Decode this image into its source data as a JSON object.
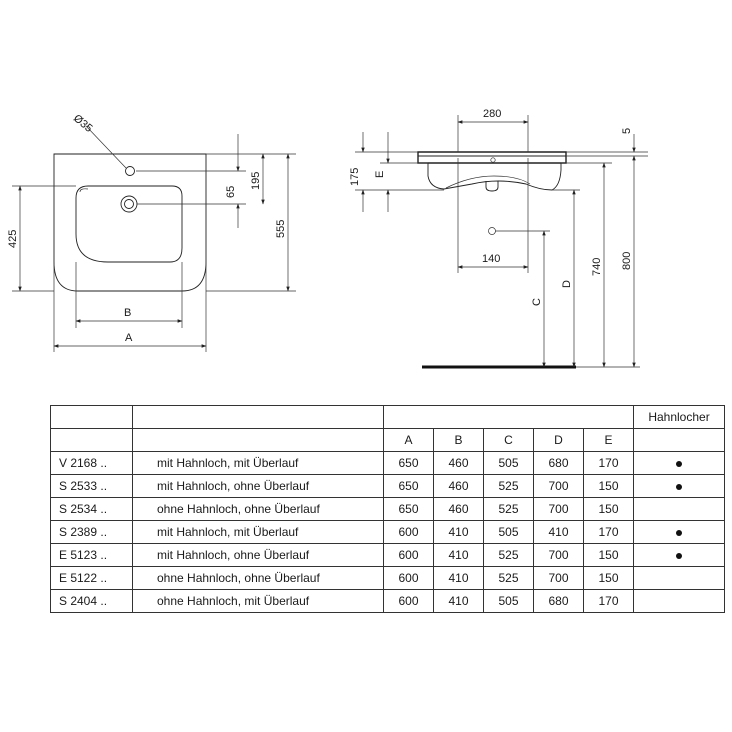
{
  "drawing": {
    "front": {
      "hole_diameter": "Ø35",
      "dim_65": "65",
      "dim_195": "195",
      "dim_555": "555",
      "dim_425": "425",
      "label_b": "B",
      "label_a": "A"
    },
    "side": {
      "dim_280": "280",
      "dim_5": "5",
      "dim_175": "175",
      "label_e": "E",
      "dim_140": "140",
      "label_c": "C",
      "label_d": "D",
      "dim_740": "740",
      "dim_800": "800"
    }
  },
  "table": {
    "header_hahnlocher": "Hahnlocher",
    "columns": [
      "A",
      "B",
      "C",
      "D",
      "E"
    ],
    "rows": [
      {
        "code": "V 2168 ..",
        "desc": "mit Hahnloch, mit Überlauf",
        "A": "650",
        "B": "460",
        "C": "505",
        "D": "680",
        "E": "170",
        "hole": true
      },
      {
        "code": "S 2533 ..",
        "desc": "mit Hahnloch, ohne Überlauf",
        "A": "650",
        "B": "460",
        "C": "525",
        "D": "700",
        "E": "150",
        "hole": true
      },
      {
        "code": "S 2534 ..",
        "desc": "ohne Hahnloch, ohne Überlauf",
        "A": "650",
        "B": "460",
        "C": "525",
        "D": "700",
        "E": "150",
        "hole": false
      },
      {
        "code": "S 2389 ..",
        "desc": "mit Hahnloch, mit Überlauf",
        "A": "600",
        "B": "410",
        "C": "505",
        "D": "410",
        "E": "170",
        "hole": true
      },
      {
        "code": "E 5123 ..",
        "desc": "mit Hahnloch, ohne Überlauf",
        "A": "600",
        "B": "410",
        "C": "525",
        "D": "700",
        "E": "150",
        "hole": true
      },
      {
        "code": "E 5122 ..",
        "desc": "ohne Hahnloch, ohne Überlauf",
        "A": "600",
        "B": "410",
        "C": "525",
        "D": "700",
        "E": "150",
        "hole": false
      },
      {
        "code": "S 2404 ..",
        "desc": "ohne Hahnloch, mit Überlauf",
        "A": "600",
        "B": "410",
        "C": "505",
        "D": "680",
        "E": "170",
        "hole": false
      }
    ]
  }
}
